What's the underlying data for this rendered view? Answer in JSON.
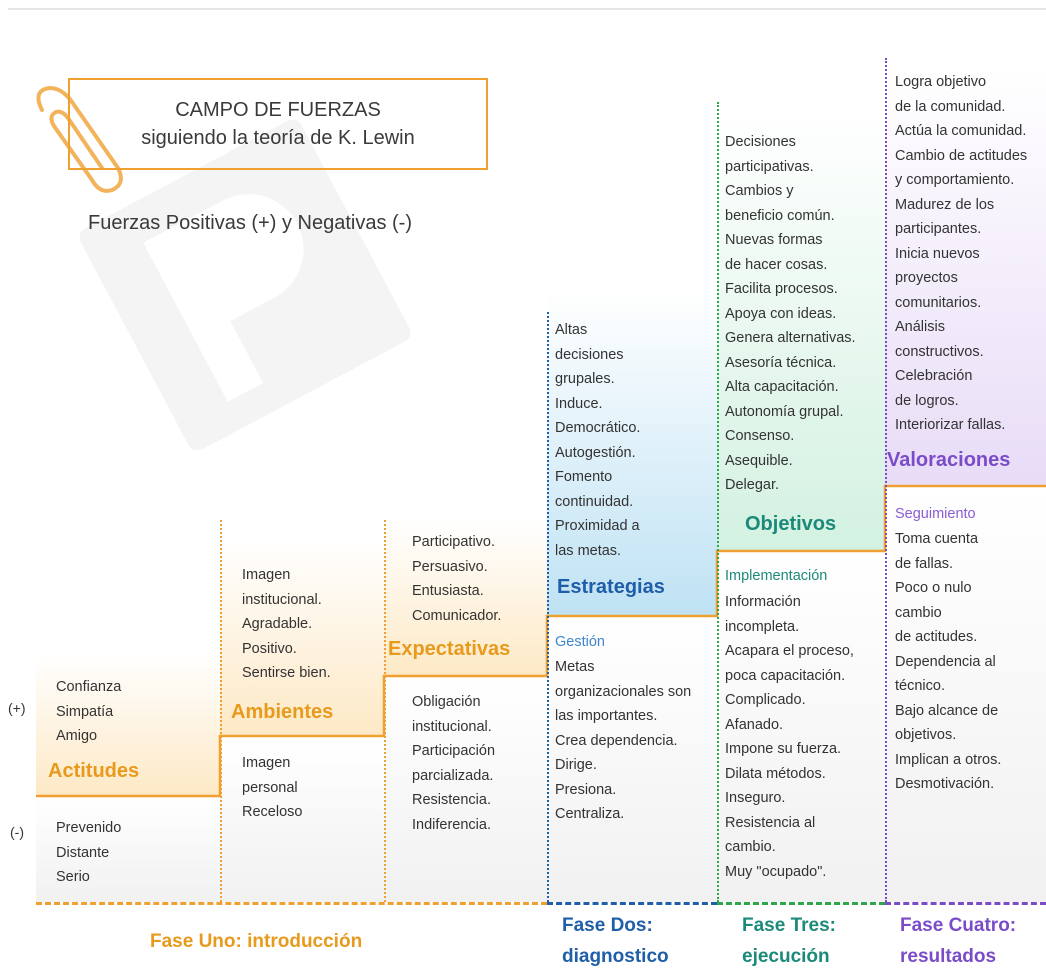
{
  "header": {
    "title_line1": "CAMPO DE FUERZAS",
    "title_line2": "siguiendo la teoría de K. Lewin",
    "subtitle": "Fuerzas Positivas (+) y Negativas  (-)"
  },
  "signs": {
    "positive": "(+)",
    "negative": "(-)"
  },
  "columns": [
    {
      "heading": "Actitudes",
      "positive": [
        "Confianza",
        "Simpatía",
        "Amigo"
      ],
      "negative": [
        "Prevenido",
        "Distante",
        "Serio"
      ]
    },
    {
      "heading": "Ambientes",
      "positive": [
        "Imagen",
        "institucional.",
        "Agradable.",
        "Positivo.",
        "Sentirse bien."
      ],
      "negative": [
        "Imagen",
        "personal",
        "Receloso"
      ]
    },
    {
      "heading": "Expectativas",
      "positive": [
        "Participativo.",
        "Persuasivo.",
        "Entusiasta.",
        "Comunicador."
      ],
      "negative": [
        "Obligación",
        "institucional.",
        "Participación",
        "parcializada.",
        "Resistencia.",
        "Indiferencia."
      ]
    },
    {
      "heading": "Estrategias",
      "positive": [
        "Altas",
        "decisiones",
        "grupales.",
        "Induce.",
        "Democrático.",
        "Autogestión.",
        "Fomento",
        "continuidad.",
        "Proximidad a",
        "las metas."
      ],
      "negative_title": "Gestión",
      "negative": [
        "Metas",
        "organizacionales son",
        "las importantes.",
        "Crea dependencia.",
        "Dirige.",
        "Presiona.",
        "Centraliza."
      ]
    },
    {
      "heading": "Objetivos",
      "positive": [
        "Decisiones",
        "participativas.",
        "Cambios y",
        "beneficio común.",
        "Nuevas formas",
        "de hacer cosas.",
        "Facilita procesos.",
        "Apoya con ideas.",
        "Genera alternativas.",
        "Asesoría técnica.",
        "Alta capacitación.",
        "Autonomía grupal.",
        "Consenso.",
        "Asequible.",
        "Delegar."
      ],
      "negative_title": "Implementación",
      "negative": [
        "Información",
        "incompleta.",
        "Acapara el proceso,",
        "poca capacitación.",
        "Complicado.",
        "Afanado.",
        "Impone su fuerza.",
        "Dilata métodos.",
        "Inseguro.",
        "Resistencia al",
        "cambio.",
        "Muy \"ocupado\"."
      ]
    },
    {
      "heading": "Valoraciones",
      "positive": [
        "Logra objetivo",
        "de la comunidad.",
        "Actúa la comunidad.",
        "Cambio de actitudes",
        "y comportamiento.",
        "Madurez de los",
        "participantes.",
        "Inicia nuevos",
        "proyectos",
        "comunitarios.",
        "Análisis",
        "constructivos.",
        "Celebración",
        "de logros.",
        "Interiorizar fallas."
      ],
      "negative_title": "Seguimiento",
      "negative": [
        "Toma cuenta",
        "de fallas.",
        "Poco o nulo",
        "cambio",
        "de actitudes.",
        "Dependencia al",
        "técnico.",
        "Bajo alcance de",
        "objetivos.",
        "Implican a otros.",
        "Desmotivación."
      ]
    }
  ],
  "phases": [
    {
      "line1": "Fase Uno: introducción",
      "line2": ""
    },
    {
      "line1": "Fase Dos:",
      "line2": "diagnostico"
    },
    {
      "line1": "Fase Tres:",
      "line2": "ejecución"
    },
    {
      "line1": "Fase Cuatro:",
      "line2": "resultados"
    }
  ],
  "colors": {
    "orange": "#e89a1c",
    "orange_text": "#d98a16",
    "blue": "#1f5ea8",
    "blue_sub": "#3f86cf",
    "teal": "#1c8a7a",
    "green_line": "#2ca84a",
    "purple": "#7b4cc8",
    "purple_sub": "#8a5cd6"
  }
}
